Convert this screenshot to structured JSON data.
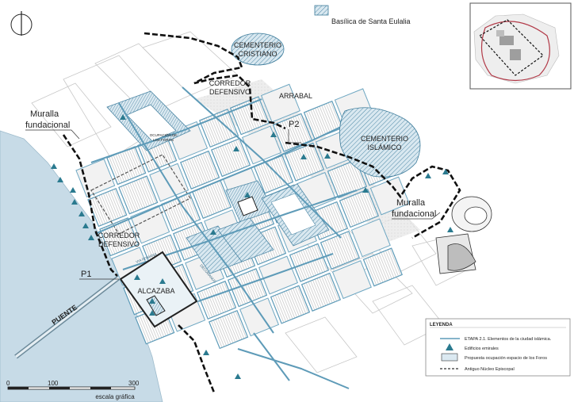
{
  "colors": {
    "river": "#c7dbe7",
    "street_blue": "#5e9bb8",
    "hatch_blue": "#4e88a6",
    "marker": "#2a7a8f",
    "wall": "#111111"
  },
  "map_labels": {
    "basilica": "Basílica de Santa Eulalia",
    "cementerio_cristiano_1": "CEMENTERIO",
    "cementerio_cristiano_2": "CRISTIANO",
    "corredor_top_1": "CORREDOR",
    "corredor_top_2": "DEFENSIVO",
    "arrabal": "ARRABAL",
    "p2": "P2",
    "cementerio_islamico_1": "CEMENTERIO",
    "cementerio_islamico_2": "ISLÁMICO",
    "muralla_left_1": "Muralla",
    "muralla_left_2": "fundacional",
    "muralla_right_1": "Muralla",
    "muralla_right_2": "fundacional",
    "ocupacion_1": "OCUPACIÓN DE",
    "ocupacion_2": "LOS FOROS",
    "corredor_left_1": "CORREDOR",
    "corredor_left_2": "DEFENSIVO",
    "p1": "P1",
    "alcazaba": "ALCAZABA",
    "puente": "PUENTE",
    "via_1": "VIA ROMANA",
    "via_2": "DECUMANUS"
  },
  "legend": {
    "title": "LEYENDA",
    "items": [
      {
        "symbol": "line",
        "label": "ETAPA 2.1. Elementos de la ciudad islámica."
      },
      {
        "symbol": "triangle",
        "label": "Edificios emirales"
      },
      {
        "symbol": "box",
        "label": "Propuesta ocupación espacio de los Foros"
      },
      {
        "symbol": "dashed",
        "label": "Antiguo Núcleo Episcopal"
      }
    ]
  },
  "scale": {
    "ticks": [
      "0",
      "100",
      "300"
    ],
    "caption": "escala gráfica"
  },
  "north_arrow": {
    "icon": "north-arrow-icon"
  }
}
